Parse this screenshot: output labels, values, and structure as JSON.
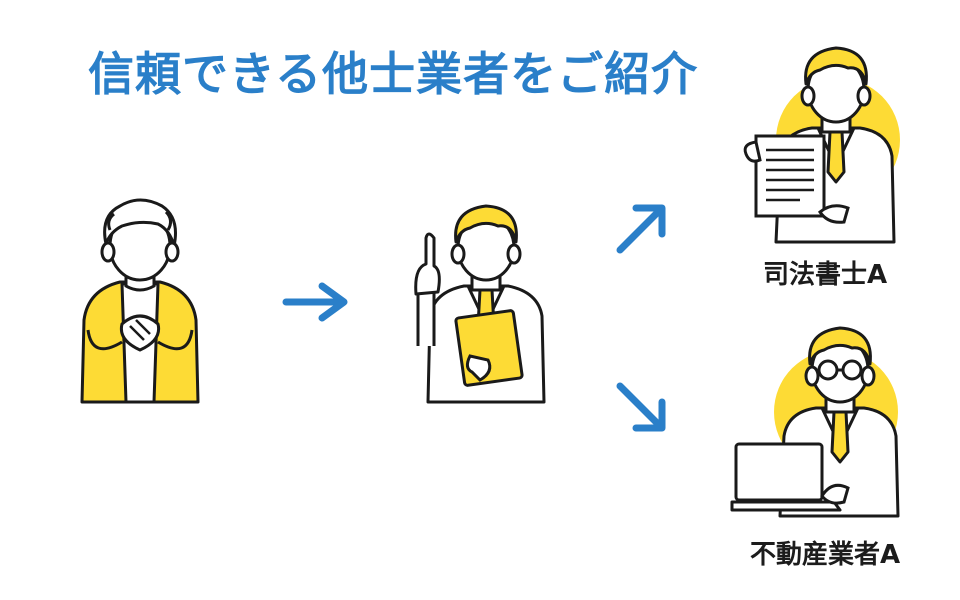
{
  "title": "信頼できる他士業者をご紹介",
  "nodes": {
    "client": {
      "icon": "elderly-woman-icon"
    },
    "advisor": {
      "icon": "consultant-man-icon"
    },
    "judicial_scrivener": {
      "label": "司法書士A",
      "icon": "scrivener-with-document-icon"
    },
    "real_estate": {
      "label": "不動産業者A",
      "icon": "realtor-with-laptop-icon"
    }
  },
  "colors": {
    "title": "#2a7fc9",
    "arrow": "#2a7fc9",
    "accent": "#fddb35",
    "outline": "#1a1a1a",
    "label": "#1c1c1c"
  }
}
